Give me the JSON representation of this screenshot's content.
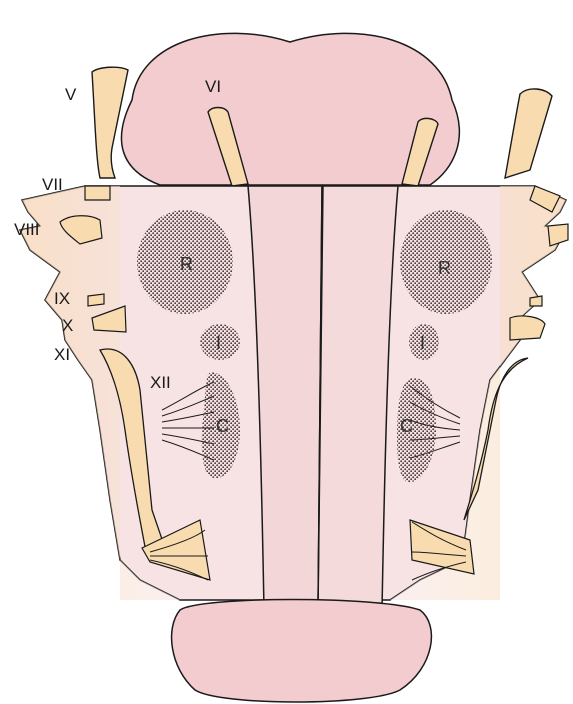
{
  "diagram": {
    "colors": {
      "pons": "#f3cccf",
      "medulla": "#f7e3e4",
      "nerve": "#f8dcb0",
      "outline": "#1a1a1a",
      "stipple": "#4a3a3e"
    },
    "cranial_nerves": {
      "v": "V",
      "vi": "VI",
      "vii": "VII",
      "viii": "VIII",
      "ix": "IX",
      "x": "X",
      "xi": "XI",
      "xii": "XII"
    },
    "nuclei": {
      "left_r": "R",
      "left_i": "I",
      "left_c": "C",
      "right_r": "R",
      "right_i": "I",
      "right_c": "C"
    }
  }
}
